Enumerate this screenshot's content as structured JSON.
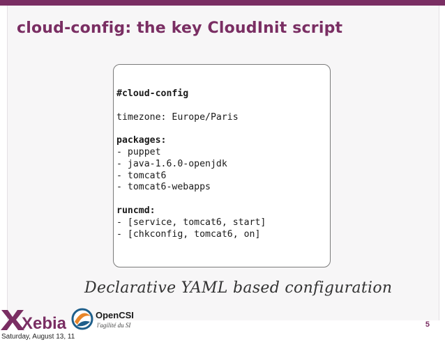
{
  "slide": {
    "title": "cloud-config: the key CloudInit script",
    "tagline": "Declarative YAML based configuration",
    "page_number": "5",
    "date": "Saturday, August 13, 11"
  },
  "code": {
    "lines": [
      {
        "text": "#cloud-config",
        "bold": true
      },
      {
        "text": "",
        "bold": false
      },
      {
        "text": "timezone: Europe/Paris",
        "bold": false
      },
      {
        "text": "",
        "bold": false
      },
      {
        "text": "packages:",
        "bold": true
      },
      {
        "text": "- puppet",
        "bold": false
      },
      {
        "text": "- java-1.6.0-openjdk",
        "bold": false
      },
      {
        "text": "- tomcat6",
        "bold": false
      },
      {
        "text": "- tomcat6-webapps",
        "bold": false
      },
      {
        "text": "",
        "bold": false
      },
      {
        "text": "runcmd:",
        "bold": true
      },
      {
        "text": "- [service, tomcat6, start]",
        "bold": false
      },
      {
        "text": "- [chkconfig, tomcat6, on]",
        "bold": false
      }
    ]
  },
  "logos": {
    "xebia": {
      "text": "Xebia",
      "color": "#7a2e63"
    },
    "opencsi": {
      "name": "OpenCSI",
      "slogan": "l'agilité du SI"
    }
  },
  "colors": {
    "accent": "#7a2e63"
  }
}
